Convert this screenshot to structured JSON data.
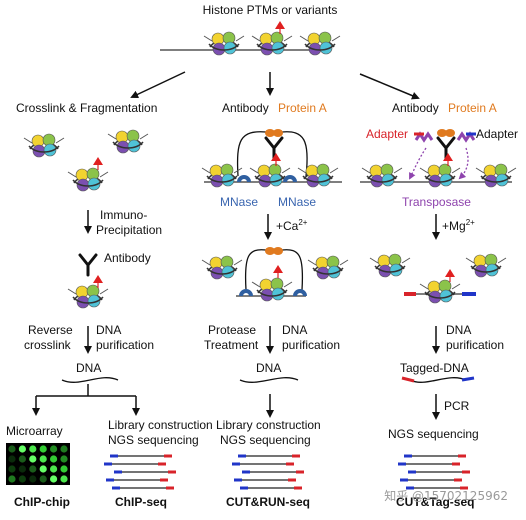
{
  "top_title": "Histone PTMs or variants",
  "col1": {
    "header": "Crosslink & Fragmentation",
    "immuno_line1": "Immuno-",
    "immuno_line2": "Precipitation",
    "antibody": "Antibody",
    "reverse_line1": "Reverse",
    "reverse_line2": "crosslink",
    "dna_line1": "DNA",
    "dna_line2": "purification",
    "dna_node": "DNA",
    "microarray": "Microarray",
    "lib_line1": "Library construction",
    "lib_line2": "NGS sequencing",
    "method_a": "ChIP-chip",
    "method_b": "ChIP-seq"
  },
  "col2": {
    "antibody": "Antibody",
    "protein_a": "Protein A",
    "mnase_left": "MNase",
    "mnase_right": "MNase",
    "ion": "+Ca",
    "ion_sup": "2+",
    "protease_line1": "Protease",
    "protease_line2": "Treatment",
    "dna_line1": "DNA",
    "dna_line2": "purification",
    "dna_node": "DNA",
    "lib_line1": "Library construction",
    "lib_line2": "NGS sequencing",
    "method": "CUT&RUN-seq"
  },
  "col3": {
    "antibody": "Antibody",
    "protein_a": "Protein A",
    "adapter_left": "Adapter",
    "adapter_right": "Adapter",
    "transposase": "Transposase",
    "ion": "+Mg",
    "ion_sup": "2+",
    "dna_line1": "DNA",
    "dna_line2": "purification",
    "tagged": "Tagged-DNA",
    "pcr": "PCR",
    "ngs": "NGS sequencing",
    "method": "CUT&Tag-seq"
  },
  "watermark": "知乎 @15702125962",
  "colors": {
    "orange": "#e07a1f",
    "red": "#d8232a",
    "blue": "#2035c8",
    "purple": "#8e44ad",
    "mnase_blue": "#3a66b0",
    "microarray_green": "#33cc33"
  }
}
